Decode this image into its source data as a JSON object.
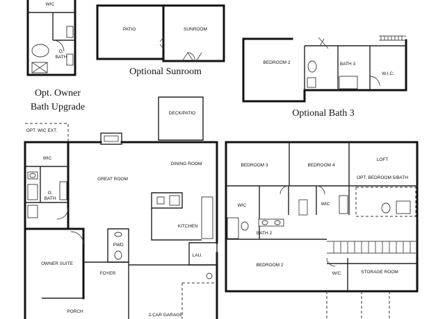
{
  "captions": {
    "owner_bath": [
      "Opt. Owner",
      "Bath Upgrade"
    ],
    "sunroom": "Optional Sunroom",
    "bath3": "Optional Bath 3"
  },
  "labels": {
    "wic_top": "WIC",
    "o_bath_top": [
      "O.",
      "BATH"
    ],
    "patio": "PATIO",
    "sunroom": "SUNROOM",
    "bedroom2_opt": "BEDROOM 2",
    "bath3": "BATH 3",
    "wic_opt": "W.I.C.",
    "deck_patio": "DECK/PATIO",
    "opt_wic_ext": "OPT. WIC EXT.",
    "wic_main": "WIC",
    "o_bath_main": [
      "O.",
      "BATH"
    ],
    "great_room": "GREAT ROOM",
    "dining_room": "DINING ROOM",
    "kitchen": "KITCHEN",
    "pwd": "PWD",
    "lau": "LAU.",
    "owner_suite": "OWNER SUITE",
    "foyer": "FOYER",
    "porch": "PORCH",
    "garage": "2-CAR GARAGE",
    "bedroom3": "BEDROOM 3",
    "bedroom4": "BEDROOM 4",
    "loft": "LOFT",
    "opt_bedroom5": "OPT. BEDROOM 5/BATH",
    "wic_b3": "WIC",
    "wic_b4": "WIC",
    "bath2": "BATH 2",
    "bedroom2_up": "BEDROOM 2",
    "wic_b2": "W/C",
    "storage_room": "STORAGE ROOM"
  }
}
